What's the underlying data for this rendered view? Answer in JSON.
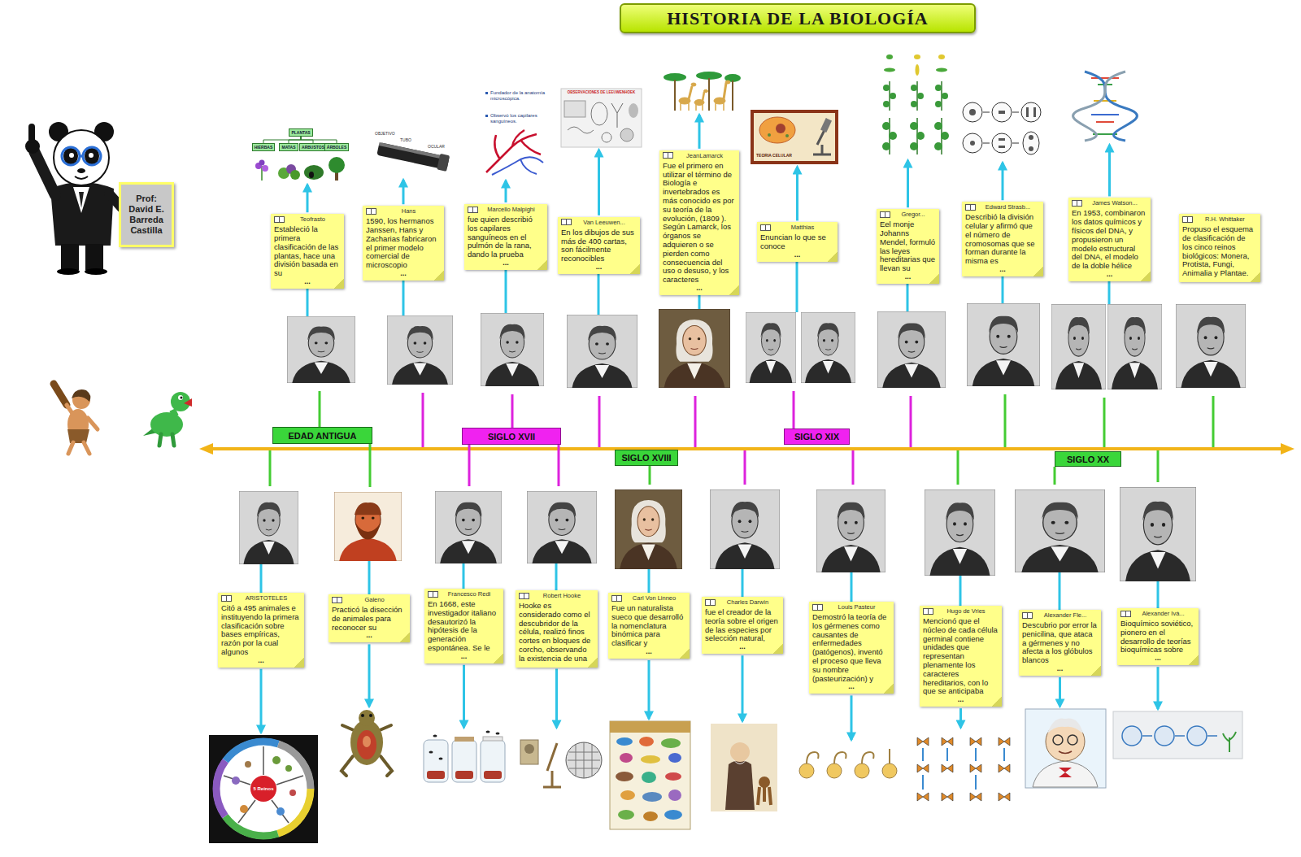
{
  "diagram": {
    "title": "HISTORIA DE LA BIOLOGÍA",
    "nodes": [
      {
        "text": [
          "Prof: David E. Barreda Castilla"
        ]
      },
      {
        "text": [
          "PLANTAS"
        ]
      },
      {
        "text": [
          "HIERBAS"
        ]
      },
      {
        "text": [
          "MATAS"
        ]
      },
      {
        "text": [
          "ARBUSTOS"
        ]
      },
      {
        "text": [
          "ÁRBOLES"
        ]
      },
      {
        "text": [
          "Teofrasto",
          "Estableció la primera clasificación de las plantas, hace una división basada en su",
          "..."
        ]
      },
      {
        "text": [
          "Hans",
          "1590, los hermanos Janssen, Hans y Zacharias fabricaron el primer modelo comercial de microscopio",
          "..."
        ]
      },
      {
        "text": [
          "Marcello Malpighi",
          "fue quien describió los capilares sanguíneos en el pulmón de la rana, dando la prueba",
          "..."
        ]
      },
      {
        "text": [
          "Van Leeuwen...",
          "En los dibujos de sus más de 400 cartas, son fácilmente reconocibles",
          "..."
        ]
      },
      {
        "text": [
          "JeanLamarck",
          "Fue el primero en utilizar el término de Biología e invertebrados es más conocido es por su teoría de la evolución, (1809 ). Según Lamarck, los órganos se adquieren o se pierden como consecuencia del uso o desuso, y los caracteres",
          "..."
        ]
      },
      {
        "text": [
          "Matthias",
          "Enuncian lo que se conoce",
          "..."
        ]
      },
      {
        "text": [
          "Gregor...",
          "Eel monje Johanns Mendel, formuló las leyes hereditarias que llevan su",
          "..."
        ]
      },
      {
        "text": [
          "Edward Strasb...",
          "Describió la división celular y afirmó que el número de cromosomas que se forman durante la misma es",
          "..."
        ]
      },
      {
        "text": [
          "James Watson...",
          "En 1953, combinaron los datos químicos y físicos del DNA, y propusieron un modelo estructural del DNA, el modelo de la doble hélice",
          "..."
        ]
      },
      {
        "text": [
          "R.H. Whittaker",
          "Propuso el esquema de clasificación de los cinco reinos biológicos: Monera, Protista, Fungi, Animalia y Plantae."
        ]
      },
      {
        "text": [
          "EDAD ANTIGUA"
        ]
      },
      {
        "text": [
          "SIGLO XVII"
        ]
      },
      {
        "text": [
          "SIGLO XVIII"
        ]
      },
      {
        "text": [
          "SIGLO XIX"
        ]
      },
      {
        "text": [
          "SIGLO XX"
        ]
      },
      {
        "text": [
          "ARISTOTELES",
          "Citó a 495 animales e instituyendo la primera clasificación sobre bases empíricas, razón por la cual algunos",
          "..."
        ]
      },
      {
        "text": [
          "Galeno",
          "Practicó la disección de animales para reconocer su",
          "..."
        ]
      },
      {
        "text": [
          "Francesco Redi",
          "En 1668, este investigador italiano desautorizó la hipótesis de la generación espontánea. Se le",
          "..."
        ]
      },
      {
        "text": [
          "Robert Hooke",
          "Hooke es considerado como el descubridor de la célula, realizó finos cortes en bloques de corcho, observando la existencia de una"
        ]
      },
      {
        "text": [
          "Carl Von Linneo",
          "Fue un naturalista sueco que desarrolló la nomenclatura binómica para clasificar y",
          "..."
        ]
      },
      {
        "text": [
          "Charles Darwin",
          "fue el creador de la teoría sobre el origen de las especies por selección natural,",
          "..."
        ]
      },
      {
        "text": [
          "Louis Pasteur",
          "Demostró la teoría de los gérmenes como causantes de enfermedades (patógenos), inventó el proceso que lleva su nombre (pasteurización) y",
          "..."
        ]
      },
      {
        "text": [
          "Hugo de Vries",
          "Mencionó que el núcleo de cada célula germinal contiene unidades que representan plenamente los caracteres hereditarios, con lo que se anticipaba",
          "..."
        ]
      },
      {
        "text": [
          "Alexander Fle...",
          "Descubrio por error la penicilina, que ataca a gérmenes y no afecta a los glóbulos blancos",
          "..."
        ]
      },
      {
        "text": [
          "Alexander Ivá...",
          "Bioquímico soviético, pionero en el desarrollo de teorías bioquímicas sobre",
          "..."
        ]
      }
    ],
    "edges": [
      {
        "from": 1,
        "to": 2,
        "arrow": "none"
      },
      {
        "from": 1,
        "to": 3,
        "arrow": "none"
      },
      {
        "from": 1,
        "to": 4,
        "arrow": "none"
      },
      {
        "from": 1,
        "to": 5,
        "arrow": "none"
      }
    ],
    "labels": [
      "OBJETIVO",
      "TUBO",
      "OCULAR",
      "Fundador de la anatomía microscópica.",
      "Observó los capilares sanguíneos.",
      "OBSERVACIONES DE LEEUWENHOEK",
      "TEORIA CELULAR",
      "5 Reinos"
    ]
  }
}
